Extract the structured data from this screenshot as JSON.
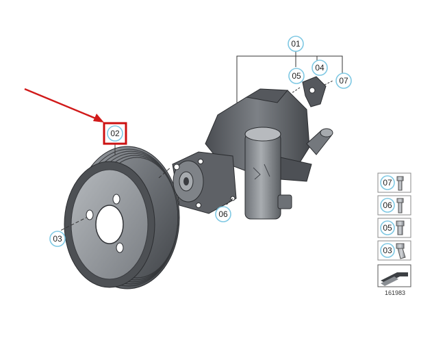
{
  "callouts": {
    "c01": "01",
    "c02": "02",
    "c03": "03",
    "c04": "04",
    "c05": "05",
    "c06": "06",
    "c07": "07"
  },
  "legend": {
    "items": [
      "07",
      "06",
      "05",
      "03"
    ]
  },
  "reference_number": "161983",
  "colors": {
    "callout_ring": "#7ec8e3",
    "highlight_box": "#cc1111",
    "arrow": "#d11a1a",
    "part_dark": "#3c3f43",
    "part_mid": "#5b5f64",
    "part_light": "#8d9196"
  }
}
